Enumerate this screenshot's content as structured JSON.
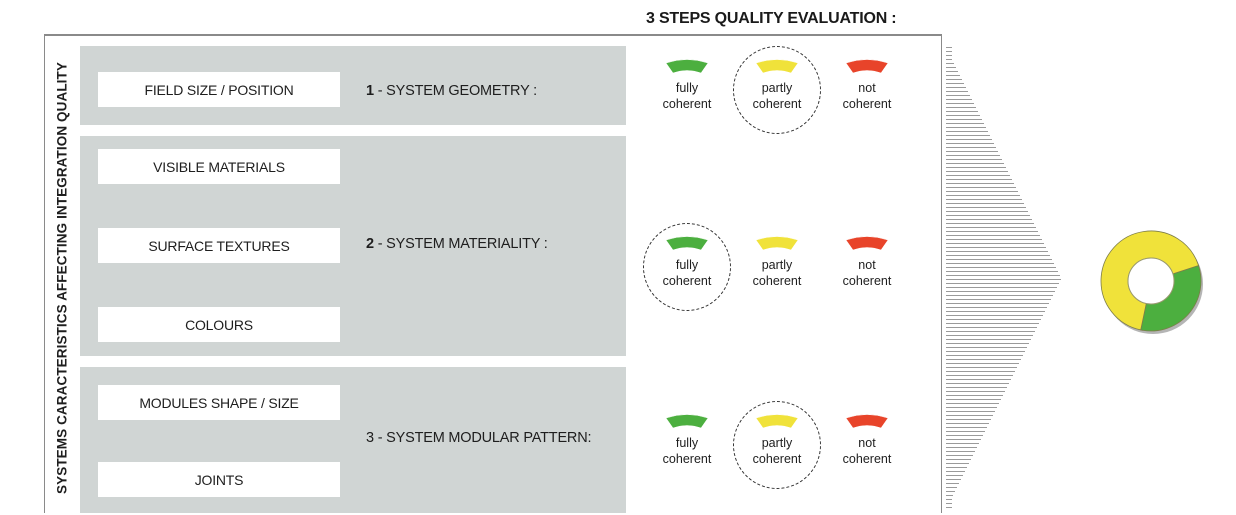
{
  "header_title": "3 STEPS QUALITY EVALUATION :",
  "side_title": "SYSTEMS CARACTERISTICS AFFECTING INTEGRATION QUALITY",
  "groups": [
    {
      "step_number": "1",
      "step_name": "SYSTEM GEOMETRY",
      "step_suffix": " :",
      "boxes": [
        "FIELD SIZE / POSITION"
      ],
      "selected": "partly"
    },
    {
      "step_number": "2",
      "step_name": "SYSTEM  MATERIALITY",
      "step_suffix": " :",
      "boxes": [
        "VISIBLE  MATERIALS",
        "SURFACE TEXTURES",
        "COLOURS"
      ],
      "selected": "fully"
    },
    {
      "step_number": "3",
      "step_name": "SYSTEM  MODULAR PATTERN",
      "step_suffix": ":",
      "boxes": [
        "MODULES SHAPE / SIZE",
        "JOINTS"
      ],
      "selected": "partly"
    }
  ],
  "ratings": {
    "fully": {
      "line1": "fully",
      "line2": "coherent",
      "color": "#4caf3f"
    },
    "partly": {
      "line1": "partly",
      "line2": "coherent",
      "color": "#f0e23a"
    },
    "not": {
      "line1": "not",
      "line2": "coherent",
      "color": "#e8442a"
    }
  },
  "result_donut": {
    "segments": [
      {
        "label": "fully coherent",
        "fraction": 0.333,
        "color": "#4caf3f"
      },
      {
        "label": "partly coherent",
        "fraction": 0.667,
        "color": "#f0e23a"
      }
    ]
  }
}
